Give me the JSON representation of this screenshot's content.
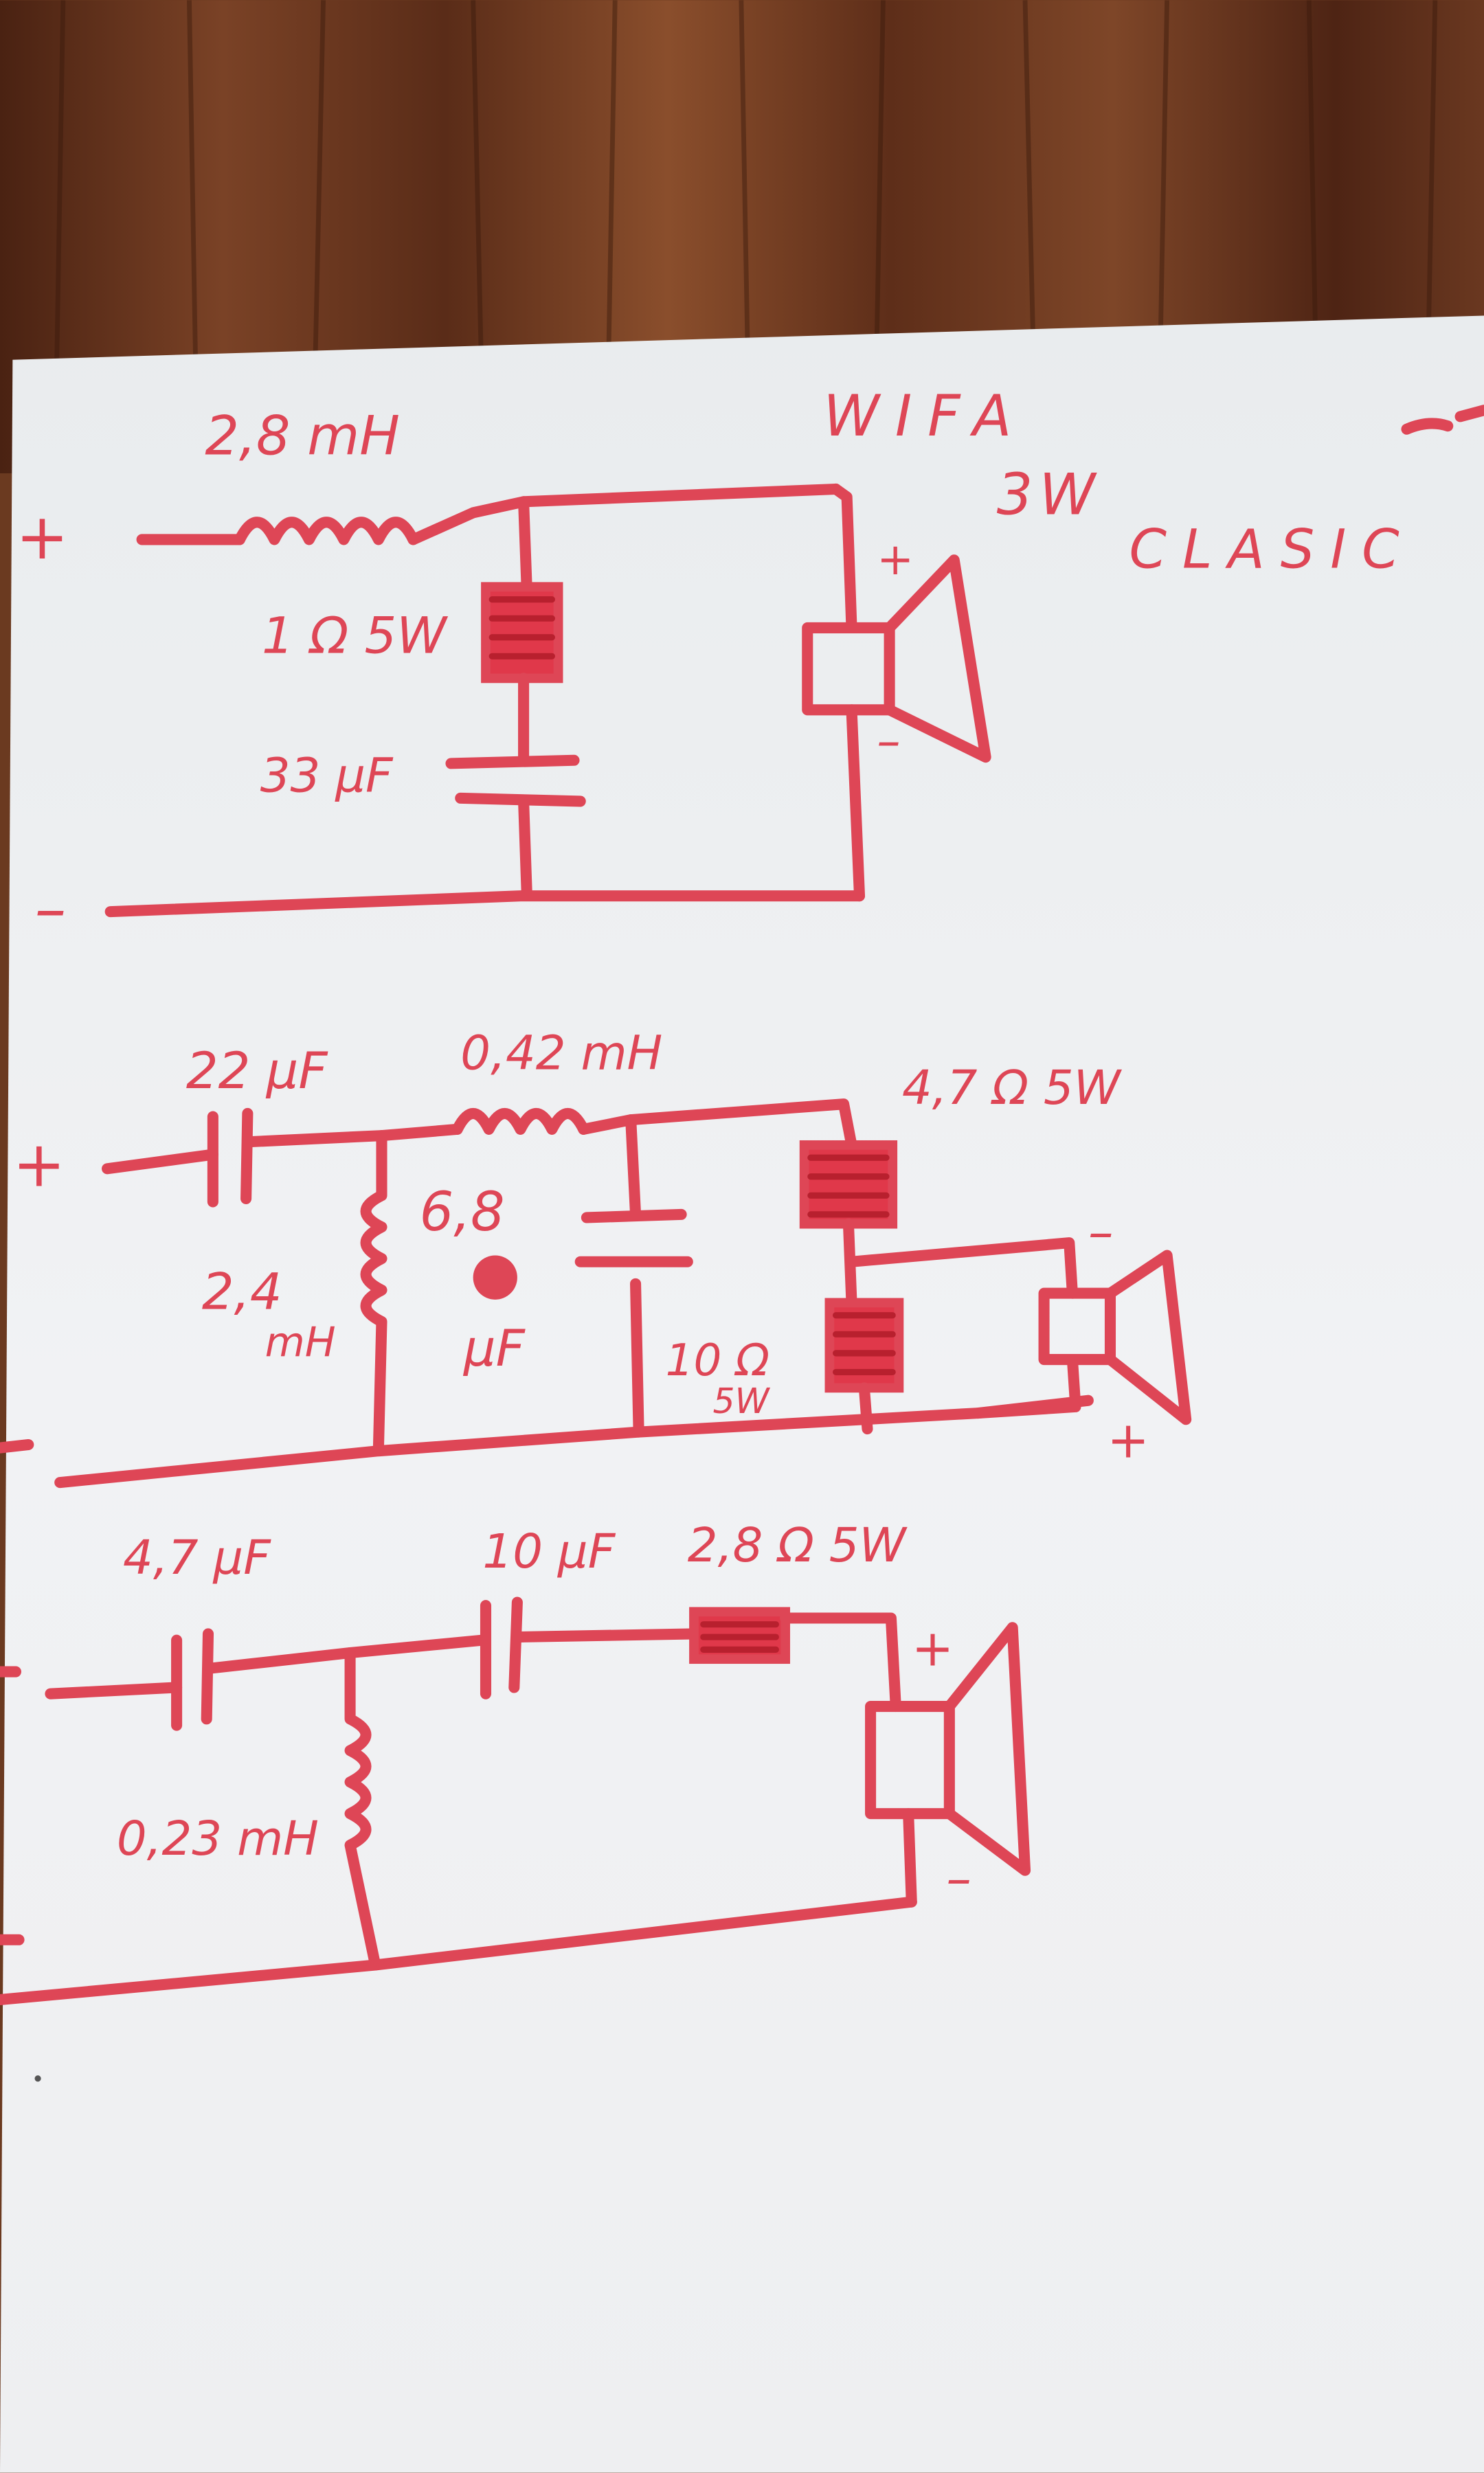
{
  "note": {
    "brand": "WIFA",
    "model": "3W",
    "series": "CLASIC"
  },
  "circuit_1": {
    "plus": "+",
    "minus": "–",
    "inductor": "2,8 mH",
    "resistor": "1 Ω 5W",
    "capacitor": "33 μF",
    "speaker_plus": "+",
    "speaker_minus": "–"
  },
  "circuit_2": {
    "plus": "+",
    "minus": "–",
    "capacitor_series": "22 μF",
    "inductor_series": "0,42 mH",
    "inductor_shunt_value": "2,4",
    "inductor_shunt_unit": "mH",
    "capacitor_shunt_value": "6,8",
    "capacitor_shunt_unit": "μF",
    "resistor_series": "4,7 Ω 5W",
    "resistor_shunt_value": "10 Ω",
    "resistor_shunt_rating": "5W",
    "speaker_plus": "+",
    "speaker_minus": "–"
  },
  "circuit_3": {
    "plus": "+",
    "minus": "–",
    "capacitor_1": "4,7 μF",
    "capacitor_2": "10 μF",
    "resistor": "2,8 Ω 5W",
    "inductor_shunt": "0,23 mH",
    "speaker_plus": "+",
    "speaker_minus": "–"
  },
  "colors": {
    "ink": "#de4656",
    "paper": "#eef0f2",
    "table": "#6b3a20"
  }
}
